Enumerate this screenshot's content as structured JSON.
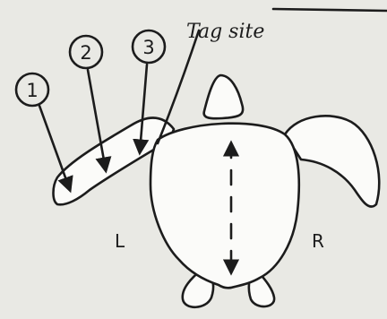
{
  "diagram": {
    "tag_label": "Tag site",
    "callouts": [
      {
        "number": "1"
      },
      {
        "number": "2"
      },
      {
        "number": "3"
      }
    ],
    "side_left": "L",
    "side_right": "R"
  }
}
